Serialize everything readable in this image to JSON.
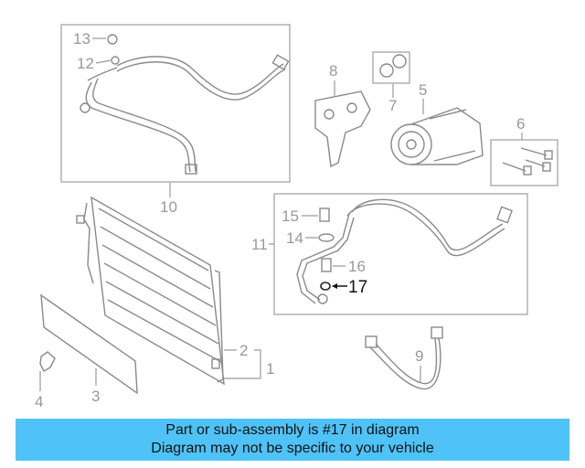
{
  "callouts": {
    "c1": "1",
    "c2": "2",
    "c3": "3",
    "c4": "4",
    "c5": "5",
    "c6": "6",
    "c7": "7",
    "c8": "8",
    "c9": "9",
    "c10": "10",
    "c11": "11",
    "c12": "12",
    "c13": "13",
    "c14": "14",
    "c15": "15",
    "c16": "16",
    "c17": "17"
  },
  "highlight_part": "17",
  "colors": {
    "banner": "#4fc3f7",
    "lines": "#8a8a8a",
    "highlight": "#111111"
  },
  "banner": {
    "line1": "Part or sub-assembly is #17 in diagram",
    "line2": "Diagram may not be specific to your vehicle"
  }
}
